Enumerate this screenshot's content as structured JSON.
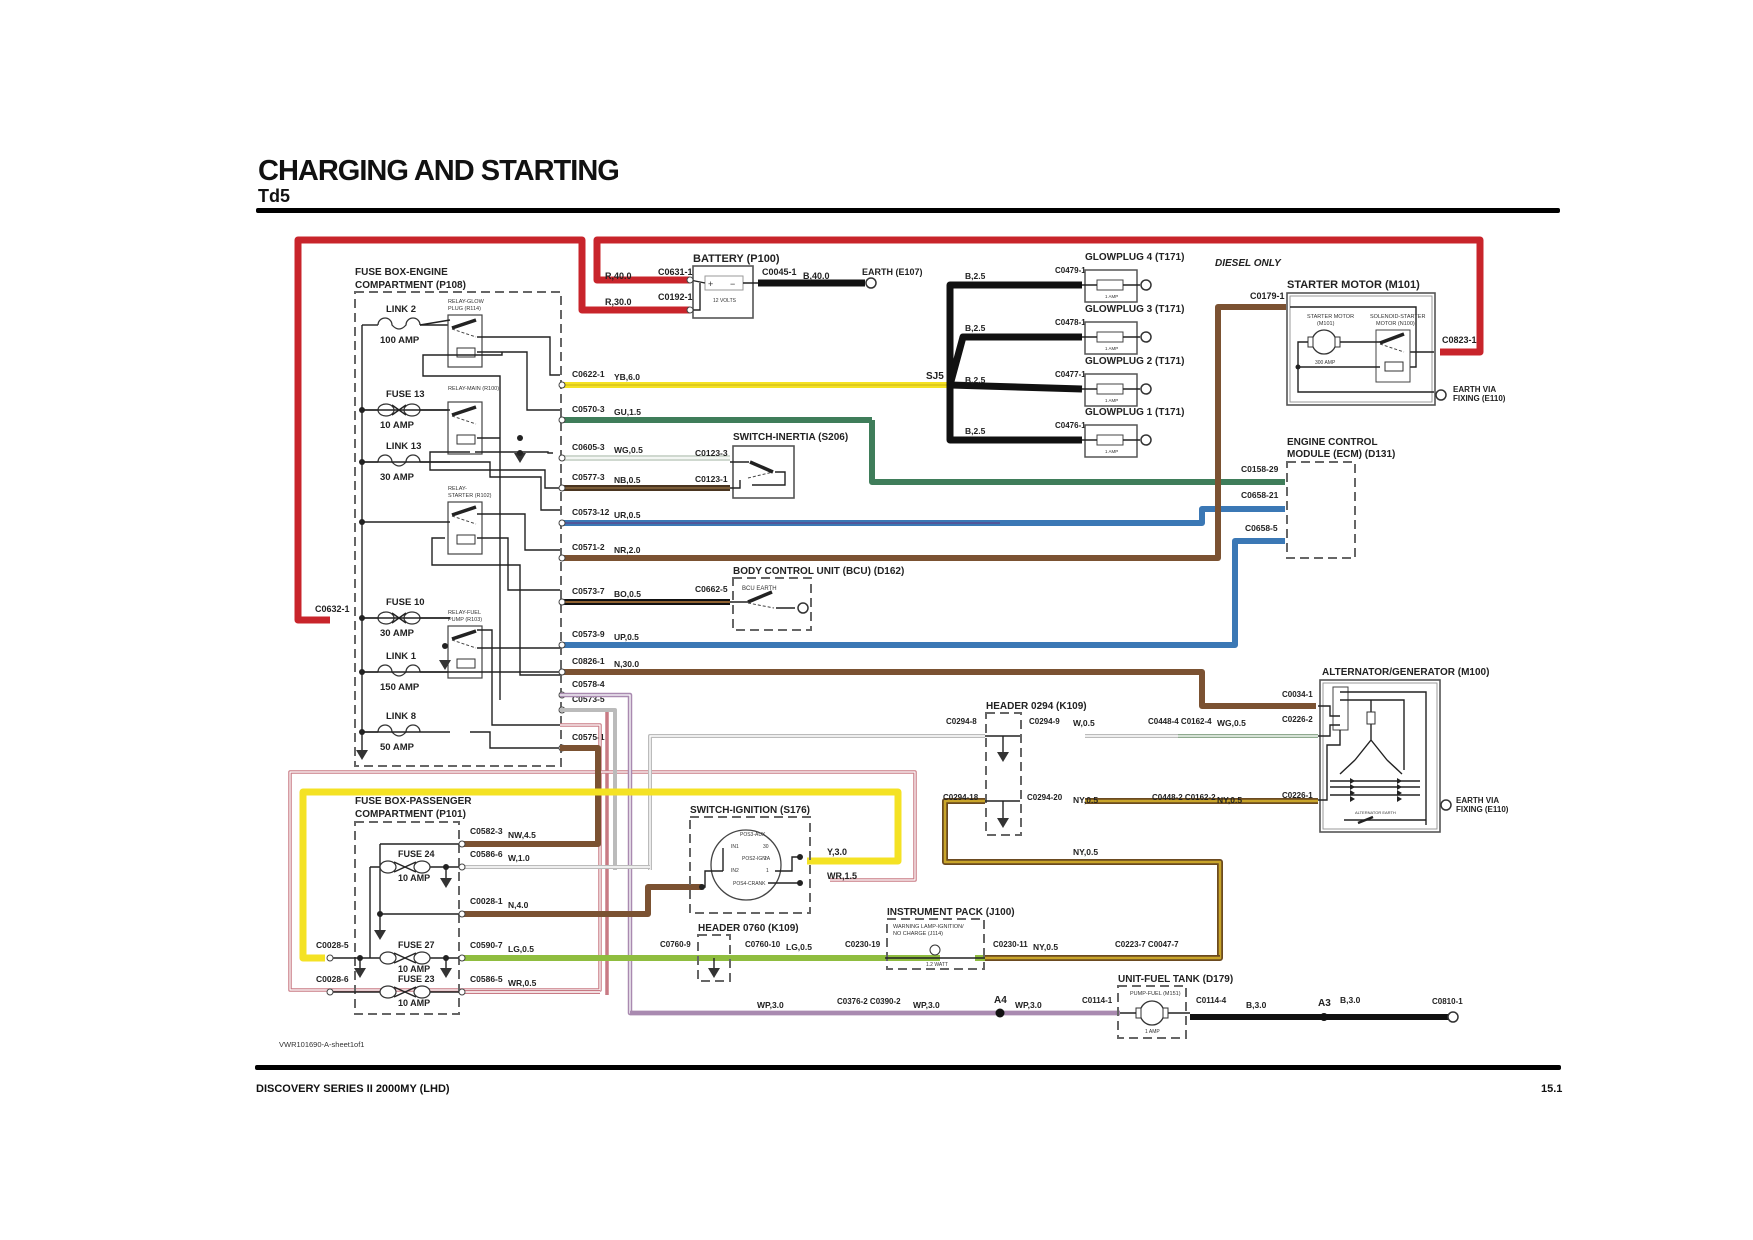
{
  "header": {
    "title": "CHARGING AND STARTING",
    "subtitle": "Td5"
  },
  "footer": {
    "model": "DISCOVERY SERIES II 2000MY (LHD)",
    "page": "15.1",
    "sheet_ref": "VWR101690-A-sheet1of1"
  },
  "note": "DIESEL ONLY",
  "colors": {
    "red": "#c8242b",
    "black": "#111111",
    "yellow": "#f4e224",
    "green": "#3f7d5a",
    "brown": "#7b5232",
    "blue": "#3b78b5",
    "lightgreen": "#8fbd3f",
    "dark_yellow": "#b08a1e",
    "pink": "#c87a84",
    "purple": "#a98ab0"
  },
  "components": {
    "fusebox_engine": {
      "line1": "FUSE BOX-ENGINE",
      "line2": "COMPARTMENT (P108)"
    },
    "fusebox_passenger": {
      "line1": "FUSE BOX-PASSENGER",
      "line2": "COMPARTMENT (P101)"
    },
    "battery": {
      "label": "BATTERY (P100)",
      "rating": "12 VOLTS"
    },
    "earth_e107": "EARTH (E107)",
    "glowplugs": [
      {
        "label": "GLOWPLUG 4 (T171)",
        "conn": "C0479-1",
        "wire": "B,2.5",
        "rating": "1 AMP"
      },
      {
        "label": "GLOWPLUG 3 (T171)",
        "conn": "C0478-1",
        "wire": "B,2.5",
        "rating": "1 AMP"
      },
      {
        "label": "GLOWPLUG 2 (T171)",
        "conn": "C0477-1",
        "wire": "B,2.5",
        "rating": "1 AMP"
      },
      {
        "label": "GLOWPLUG 1 (T171)",
        "conn": "C0476-1",
        "wire": "B,2.5",
        "rating": "1 AMP"
      }
    ],
    "splice": "SJ5",
    "starter": {
      "label": "STARTER MOTOR (M101)",
      "inner_motor": "STARTER MOTOR (M101)",
      "inner_motor_l1": "STARTER MOTOR",
      "inner_motor_l2": "(M101)",
      "solenoid_l1": "SOLENOID-STARTER",
      "solenoid_l2": "MOTOR (N100)",
      "rating": "300 AMP",
      "conn_in": "C0179-1",
      "conn_out": "C0823-1",
      "earth_l1": "EARTH VIA",
      "earth_l2": "FIXING (E110)"
    },
    "ecm": {
      "line1": "ENGINE CONTROL",
      "line2": "MODULE (ECM) (D131)",
      "conns": [
        "C0158-29",
        "C0658-21",
        "C0658-5"
      ]
    },
    "switch_inertia": {
      "label": "SWITCH-INERTIA (S206)",
      "conns": [
        "C0123-3",
        "C0123-1"
      ]
    },
    "bcu": {
      "label": "BODY CONTROL UNIT (BCU) (D162)",
      "inner": "BCU EARTH",
      "conn": "C0662-5"
    },
    "alternator": {
      "label": "ALTERNATOR/GENERATOR (M100)",
      "conns": [
        "C0034-1",
        "C0226-2",
        "C0226-1"
      ],
      "inner": "ALTERNATOR EARTH",
      "earth_l1": "EARTH VIA",
      "earth_l2": "FIXING (E110)"
    },
    "header_0294": {
      "label": "HEADER 0294 (K109)",
      "conns": [
        "C0294-8",
        "C0294-9",
        "C0294-18",
        "C0294-20"
      ]
    },
    "header_0760": {
      "label": "HEADER 0760 (K109)",
      "conns": [
        "C0760-9",
        "C0760-10"
      ]
    },
    "switch_ignition": {
      "label": "SWITCH-IGNITION (S176)",
      "positions": [
        "POS3-AUX",
        "30",
        "POS2-IGN",
        "2A",
        "1",
        "POS4-CRANK",
        "IN1",
        "IN2"
      ]
    },
    "instrument_pack": {
      "label": "INSTRUMENT PACK (J100)",
      "inner_l1": "WARNING LAMP-IGNITION/",
      "inner_l2": "NO CHARGE (J114)",
      "rating": "1.2 WATT",
      "conns": [
        "C0230-19",
        "C0230-11"
      ]
    },
    "fuel_tank": {
      "label": "UNIT-FUEL TANK (D179)",
      "inner": "PUMP-FUEL (M151)",
      "rating": "1 AMP",
      "conns": [
        "C0114-1",
        "C0114-4"
      ]
    },
    "end_conn": "C0810-1"
  },
  "engine_fuses": [
    {
      "name": "LINK 2",
      "rating": "100 AMP"
    },
    {
      "name": "FUSE 13",
      "rating": "10 AMP"
    },
    {
      "name": "LINK 13",
      "rating": "30 AMP"
    },
    {
      "name": "FUSE 10",
      "rating": "30 AMP"
    },
    {
      "name": "LINK 1",
      "rating": "150 AMP"
    },
    {
      "name": "LINK 8",
      "rating": "50 AMP"
    }
  ],
  "relays": [
    "RELAY-GLOW PLUG (R114)",
    "RELAY-MAIN (R100)",
    "RELAY-STARTER (R102)",
    "RELAY-FUEL PUMP (R103)"
  ],
  "relay_lines": [
    [
      "RELAY-GLOW",
      "PLUG (R114)"
    ],
    [
      "RELAY-MAIN (R100)",
      ""
    ],
    [
      "RELAY-",
      "STARTER (R102)"
    ],
    [
      "RELAY-FUEL",
      "PUMP (R103)"
    ]
  ],
  "passenger_fuses": [
    {
      "name": "FUSE 24",
      "rating": "10 AMP"
    },
    {
      "name": "FUSE 27",
      "rating": "10 AMP"
    },
    {
      "name": "FUSE 23",
      "rating": "10 AMP"
    }
  ],
  "wires": {
    "battery_pos_a": {
      "conn": "C0631-1",
      "spec": "R,40.0"
    },
    "battery_pos_b": {
      "conn": "C0192-1",
      "spec": "R,30.0"
    },
    "battery_neg": {
      "conn": "C0045-1",
      "spec": "B,40.0"
    },
    "engine_fusebox_in": {
      "conn": "C0632-1"
    },
    "engine_rows": [
      {
        "conn": "C0622-1",
        "spec": "YB,6.0"
      },
      {
        "conn": "C0570-3",
        "spec": "GU,1.5"
      },
      {
        "conn": "C0605-3",
        "spec": "WG,0.5"
      },
      {
        "conn": "C0577-3",
        "spec": "NB,0.5"
      },
      {
        "conn": "C0573-12",
        "spec": "UR,0.5"
      },
      {
        "conn": "C0571-2",
        "spec": "NR,2.0"
      },
      {
        "conn": "C0573-7",
        "spec": "BO,0.5"
      },
      {
        "conn": "C0573-9",
        "spec": "UP,0.5"
      },
      {
        "conn": "C0826-1",
        "spec": "N,30.0"
      },
      {
        "conn": "C0578-4",
        "spec": ""
      },
      {
        "conn": "C0573-5",
        "spec": ""
      },
      {
        "conn": "C0575-1",
        "spec": ""
      }
    ],
    "passenger_rows": [
      {
        "conn": "C0582-3",
        "spec": "NW,4.5"
      },
      {
        "conn": "C0586-6",
        "spec": "W,1.0"
      },
      {
        "conn": "C0028-1",
        "spec": "N,4.0"
      },
      {
        "conn": "C0590-7",
        "spec": "LG,0.5"
      },
      {
        "conn": "C0586-5",
        "spec": "WR,0.5"
      }
    ],
    "passenger_in": [
      "C0028-5",
      "C0028-6"
    ],
    "ign_y": "Y,3.0",
    "ign_wr": "WR,1.5",
    "w05": "W,0.5",
    "wg05": "WG,0.5",
    "ny05": "NY,0.5",
    "lg05": "LG,0.5",
    "wp30": "WP,3.0",
    "b30": "B,3.0",
    "inline_1": "C0448-4 C0162-4",
    "inline_2": "C0448-2 C0162-2",
    "inline_3": "C0223-7 C0047-7",
    "inline_4": "C0376-2 C0390-2",
    "splice_a4": "A4",
    "splice_a3": "A3"
  }
}
